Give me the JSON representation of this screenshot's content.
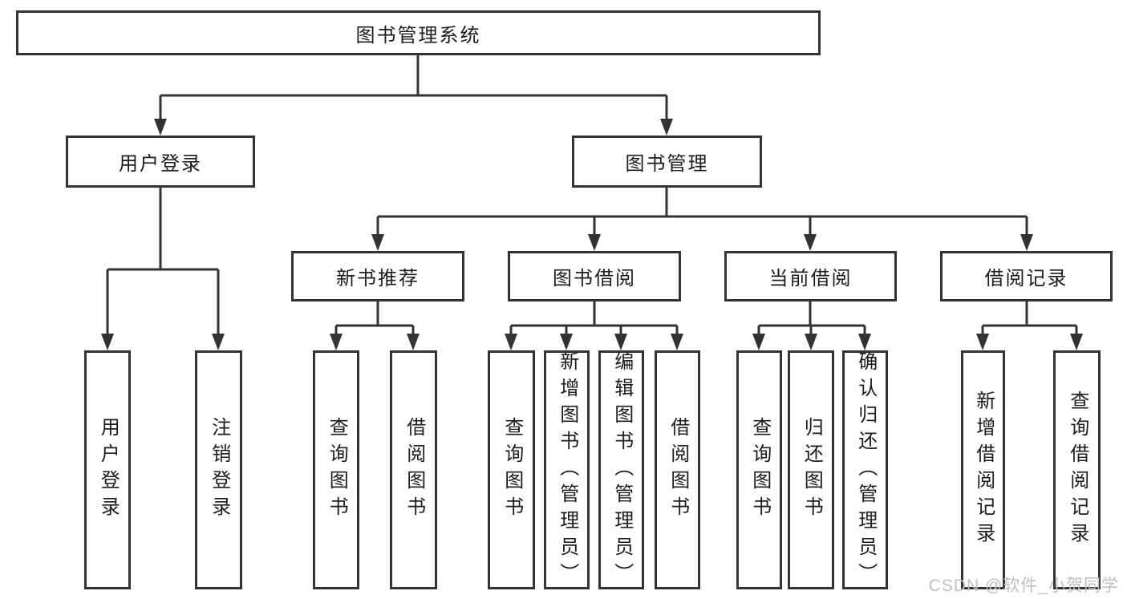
{
  "diagram": {
    "tree": {
      "label": "图书管理系统",
      "children": [
        {
          "label": "用户登录",
          "children": [
            {
              "label": "用户登录"
            },
            {
              "label": "注销登录"
            }
          ]
        },
        {
          "label": "图书管理",
          "children": [
            {
              "label": "新书推荐",
              "children": [
                {
                  "label": "查询图书"
                },
                {
                  "label": "借阅图书"
                }
              ]
            },
            {
              "label": "图书借阅",
              "children": [
                {
                  "label": "查询图书"
                },
                {
                  "label": "新增图书（管理员）"
                },
                {
                  "label": "编辑图书（管理员）"
                },
                {
                  "label": "借阅图书"
                }
              ]
            },
            {
              "label": "当前借阅",
              "children": [
                {
                  "label": "查询图书"
                },
                {
                  "label": "归还图书"
                },
                {
                  "label": "确认归还（管理员）"
                }
              ]
            },
            {
              "label": "借阅记录",
              "children": [
                {
                  "label": "新增借阅记录"
                },
                {
                  "label": "查询借阅记录"
                }
              ]
            }
          ]
        }
      ]
    }
  },
  "watermark": "CSDN @软件_小贺同学",
  "colors": {
    "line": "#333333",
    "text": "#1c1c1c",
    "background": "#ffffff",
    "watermark": "#bfbfbf"
  }
}
